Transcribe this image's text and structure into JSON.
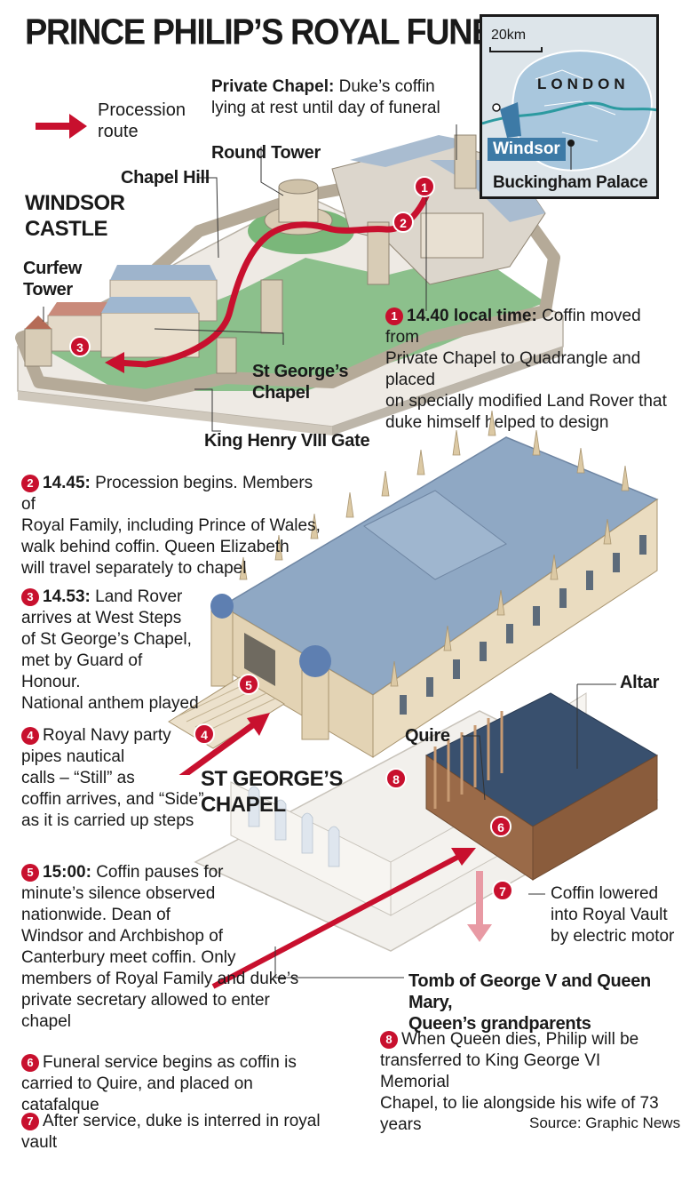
{
  "title": "PRINCE PHILIP’S ROYAL FUNERAL",
  "legend": {
    "label": "Procession route"
  },
  "map": {
    "scale": "20km",
    "city": "LONDON",
    "windsor": "Windsor",
    "palace": "Buckingham Palace"
  },
  "castle": {
    "name_line1": "WINDSOR",
    "name_line2": "CASTLE",
    "private_chapel_name": "Private Chapel:",
    "private_chapel_line1": "Duke’s coffin",
    "private_chapel_line2": "lying at rest until day of funeral",
    "round_tower": "Round Tower",
    "chapel_hill": "Chapel Hill",
    "curfew_line1": "Curfew",
    "curfew_line2": "Tower",
    "st_georges_line1": "St George’s",
    "st_georges_line2": "Chapel",
    "henry_gate": "King Henry VIII Gate"
  },
  "chapel": {
    "name_line1": "ST GEORGE’S",
    "name_line2": "CHAPEL",
    "altar": "Altar",
    "quire": "Quire",
    "lowered_line1": "Coffin lowered",
    "lowered_line2": "into Royal Vault",
    "lowered_line3": "by electric motor",
    "tomb_line1": "Tomb of George V and Queen Mary,",
    "tomb_line2": "Queen’s grandparents"
  },
  "markers": {
    "m1": "1",
    "m2": "2",
    "m3": "3",
    "m4": "4",
    "m5": "5",
    "m6": "6",
    "m7": "7",
    "m8": "8"
  },
  "steps": {
    "s1": {
      "num": "1",
      "time": "14.40 local time:",
      "line1": "Coffin moved from",
      "line2": "Private Chapel to Quadrangle and placed",
      "line3": "on specially modified Land Rover that",
      "line4": "duke himself helped to design"
    },
    "s2": {
      "num": "2",
      "time": "14.45:",
      "line1": "Procession begins. Members of",
      "line2": "Royal Family, including Prince of Wales,",
      "line3": "walk behind coffin. Queen Elizabeth",
      "line4": "will travel separately to chapel"
    },
    "s3": {
      "num": "3",
      "time": "14.53:",
      "line1": "Land Rover",
      "line2": "arrives at West Steps",
      "line3": "of St George’s Chapel,",
      "line4": "met by Guard of Honour.",
      "line5": "National anthem played"
    },
    "s4": {
      "num": "4",
      "line1": "Royal Navy party",
      "line2": "pipes nautical",
      "line3": "calls – “Still” as",
      "line4": "coffin arrives, and “Side”",
      "line5": "as it is carried up steps"
    },
    "s5": {
      "num": "5",
      "time": "15:00:",
      "line1": "Coffin pauses for",
      "line2": "minute’s silence observed",
      "line3": "nationwide. Dean of",
      "line4": "Windsor and Archbishop of",
      "line5": "Canterbury meet coffin. Only",
      "line6": "members of Royal Family and duke’s",
      "line7": "private secretary allowed to enter chapel"
    },
    "s6": {
      "num": "6",
      "line1": "Funeral service begins as coffin is",
      "line2": "carried to Quire, and placed on catafalque"
    },
    "s7": {
      "num": "7",
      "line1": "After service, duke is interred in royal vault"
    },
    "s8": {
      "num": "8",
      "line1": "When Queen dies, Philip will be",
      "line2": "transferred to King George VI Memorial",
      "line3": "Chapel, to lie alongside his wife of 73 years"
    }
  },
  "source": "Source: Graphic News",
  "colors": {
    "route": "#c8102e",
    "roof": "#8fa8c4",
    "stone": "#d9cbb0",
    "grass": "#7ab77a",
    "water": "#2c9aa0"
  }
}
